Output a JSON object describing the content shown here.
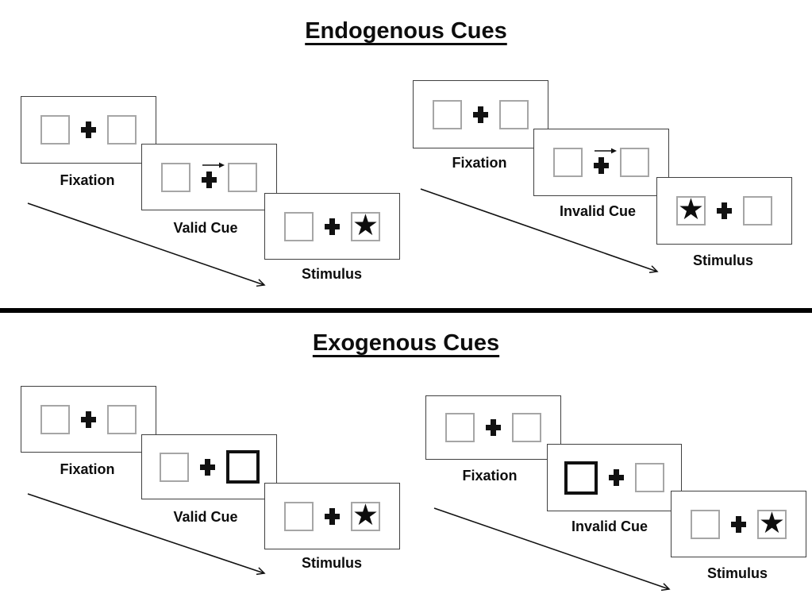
{
  "colors": {
    "background": "#ffffff",
    "screen_border": "#404040",
    "placeholder_square_border": "#a6a6a6",
    "cue_square_border": "#111111",
    "ink": "#0d0d0d",
    "divider": "#000000"
  },
  "icons": {
    "star": "★"
  },
  "sections": {
    "endogenous": {
      "title": "Endogenous Cues",
      "valid_trial": {
        "fixation_label": "Fixation",
        "cue_label": "Valid Cue",
        "stimulus_label": "Stimulus"
      },
      "invalid_trial": {
        "fixation_label": "Fixation",
        "cue_label": "Invalid Cue",
        "stimulus_label": "Stimulus"
      }
    },
    "exogenous": {
      "title": "Exogenous Cues",
      "valid_trial": {
        "fixation_label": "Fixation",
        "cue_label": "Valid Cue",
        "stimulus_label": "Stimulus"
      },
      "invalid_trial": {
        "fixation_label": "Fixation",
        "cue_label": "Invalid Cue",
        "stimulus_label": "Stimulus"
      }
    }
  }
}
